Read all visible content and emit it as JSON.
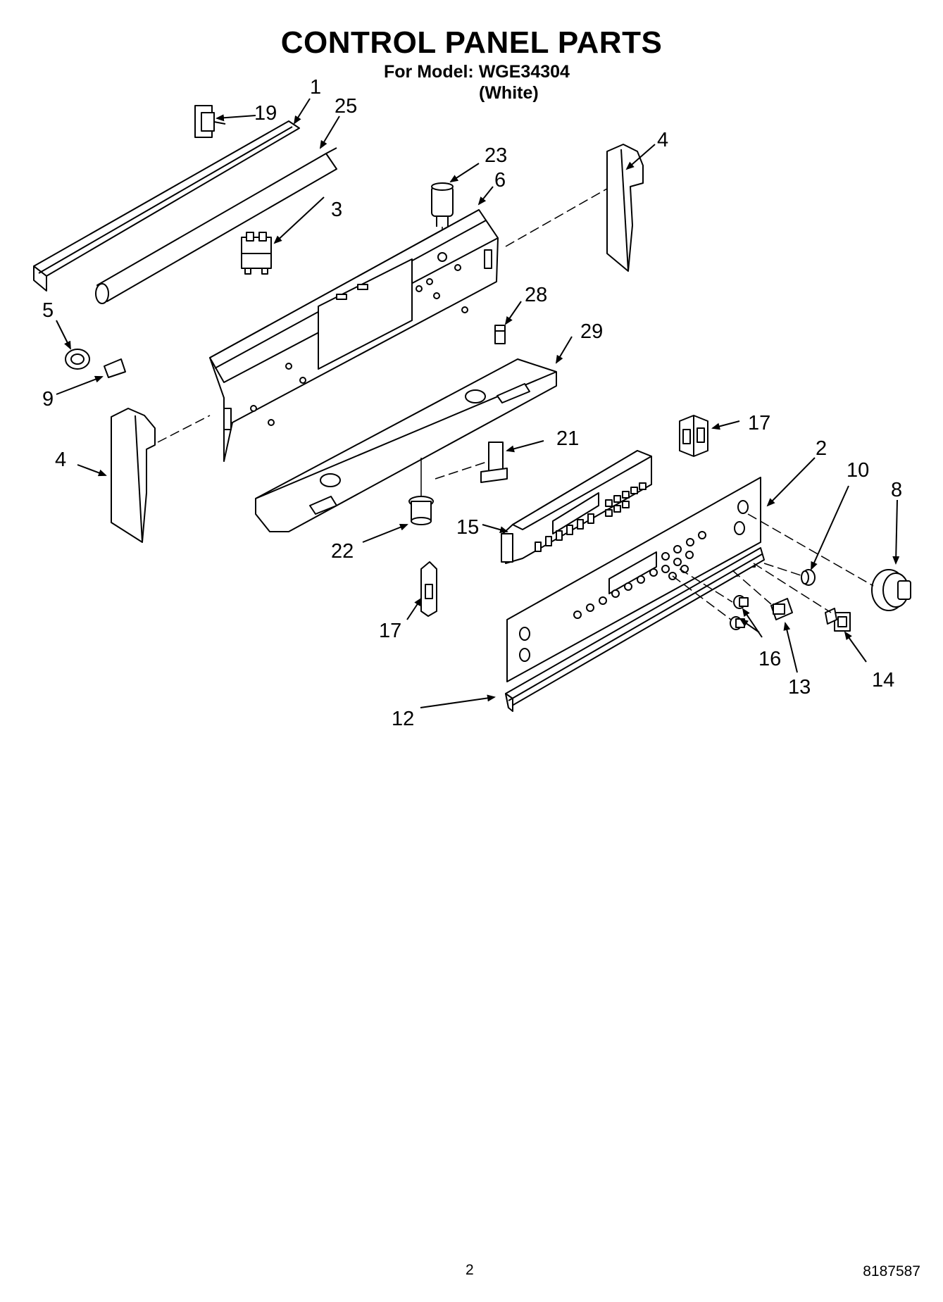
{
  "title": "CONTROL PANEL PARTS",
  "model_line": "For Model: WGE34304",
  "variant_line": "(White)",
  "callouts": {
    "c1": "1",
    "c19": "19",
    "c25": "25",
    "c23": "23",
    "c6": "6",
    "c3": "3",
    "c4a": "4",
    "c4b": "4",
    "c5": "5",
    "c9": "9",
    "c28": "28",
    "c29": "29",
    "c17a": "17",
    "c17b": "17",
    "c21": "21",
    "c2": "2",
    "c10": "10",
    "c8": "8",
    "c15": "15",
    "c22": "22",
    "c16": "16",
    "c13": "13",
    "c14": "14",
    "c12": "12"
  },
  "footer": {
    "page_number": "2",
    "doc_number": "8187587"
  }
}
